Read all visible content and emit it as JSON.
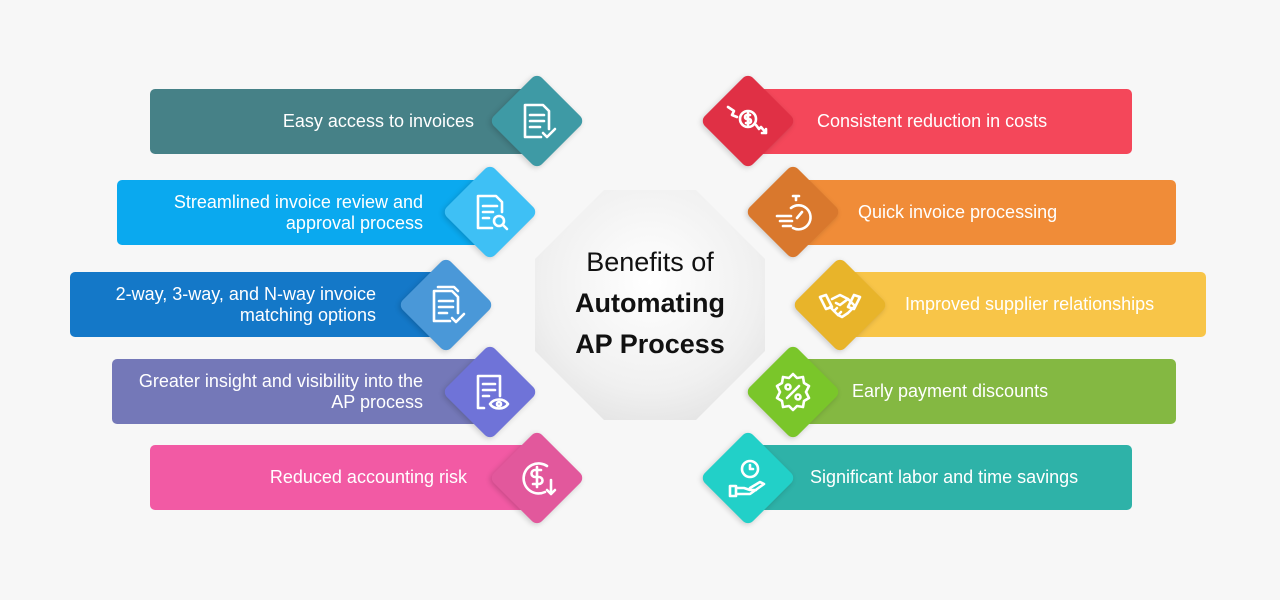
{
  "title": {
    "line1": "Benefits of",
    "line2": "Automating",
    "line3": "AP Process"
  },
  "left_items": [
    {
      "label": "Easy access to invoices",
      "icon": "invoice-check-icon",
      "bar_color": "#468187",
      "diamond_color": "#3e9aa5"
    },
    {
      "label": "Streamlined invoice review and approval process",
      "icon": "invoice-search-icon",
      "bar_color": "#0aa9ef",
      "diamond_color": "#3ec0f5"
    },
    {
      "label": "2-way, 3-way, and N-way invoice matching options",
      "icon": "documents-check-icon",
      "bar_color": "#1478c8",
      "diamond_color": "#4a98d8"
    },
    {
      "label": "Greater insight and visibility into the AP process",
      "icon": "invoice-eye-icon",
      "bar_color": "#7478b8",
      "diamond_color": "#6f73d8"
    },
    {
      "label": "Reduced accounting risk",
      "icon": "dollar-down-icon",
      "bar_color": "#f25aa4",
      "diamond_color": "#e2589c"
    }
  ],
  "right_items": [
    {
      "label": "Consistent reduction in costs",
      "icon": "cost-down-icon",
      "bar_color": "#f4475a",
      "diamond_color": "#e03045"
    },
    {
      "label": "Quick invoice processing",
      "icon": "stopwatch-icon",
      "bar_color": "#f08c38",
      "diamond_color": "#d9782d"
    },
    {
      "label": "Improved supplier relationships",
      "icon": "handshake-icon",
      "bar_color": "#f8c548",
      "diamond_color": "#e8b42a"
    },
    {
      "label": "Early payment discounts",
      "icon": "discount-badge-icon",
      "bar_color": "#84b842",
      "diamond_color": "#7ac62a"
    },
    {
      "label": "Significant labor and time savings",
      "icon": "time-hand-icon",
      "bar_color": "#2eb2a8",
      "diamond_color": "#22d0c8"
    }
  ]
}
